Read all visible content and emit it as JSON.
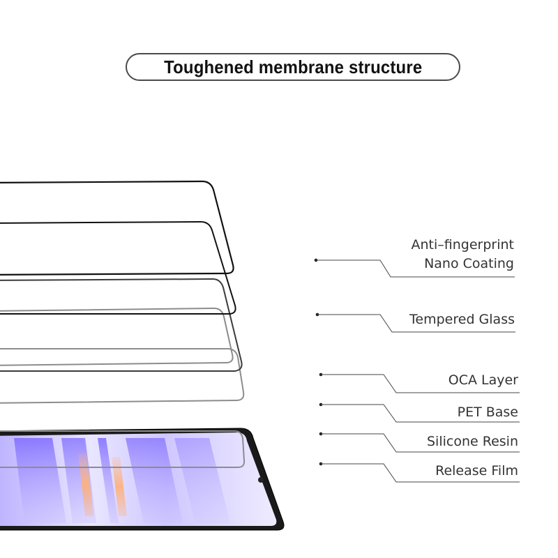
{
  "title": "Toughened membrane structure",
  "layers": [
    {
      "id": "anti-fingerprint",
      "lines": [
        "Anti–fingerprint",
        "Nano Coating"
      ]
    },
    {
      "id": "tempered-glass",
      "lines": [
        "Tempered Glass"
      ]
    },
    {
      "id": "oca-layer",
      "lines": [
        "OCA Layer"
      ]
    },
    {
      "id": "pet-base",
      "lines": [
        "PET Base"
      ]
    },
    {
      "id": "silicone-resin",
      "lines": [
        "Silicone Resin"
      ]
    },
    {
      "id": "release-film",
      "lines": [
        "Release Film"
      ]
    }
  ],
  "colors": {
    "frame_black": "#111111",
    "film_grey": "#8c8c8c",
    "leader_line": "#444444",
    "label_text": "#333333",
    "screen_light": "#e9e6ff",
    "screen_purple": "#8a7bff",
    "screen_orange": "#ffb07a"
  },
  "icons": [
    "phone-screen",
    "front-camera-hole"
  ]
}
